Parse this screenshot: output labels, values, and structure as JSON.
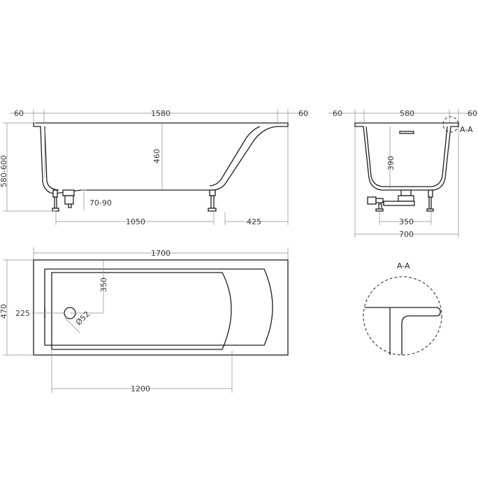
{
  "views": {
    "side": {
      "dim_left_margin": "60",
      "dim_top_length": "1580",
      "dim_right_margin": "60",
      "dim_height": "580-600",
      "dim_inner_depth": "460",
      "dim_foot_height": "70-90",
      "dim_foot_span": "1050",
      "dim_foot_offset": "425"
    },
    "end": {
      "dim_left_margin": "60",
      "dim_top_width": "580",
      "dim_right_margin": "60",
      "dim_inner_depth": "390",
      "dim_foot_span": "350",
      "dim_total_width": "700",
      "section_marker": "A-A"
    },
    "plan": {
      "dim_total_length": "1700",
      "dim_total_width": "470",
      "dim_drain_offset": "225",
      "dim_inner_width": "350",
      "dim_drain_diameter": "Ø52",
      "dim_inner_length": "1200"
    },
    "detail": {
      "title": "A-A"
    }
  }
}
